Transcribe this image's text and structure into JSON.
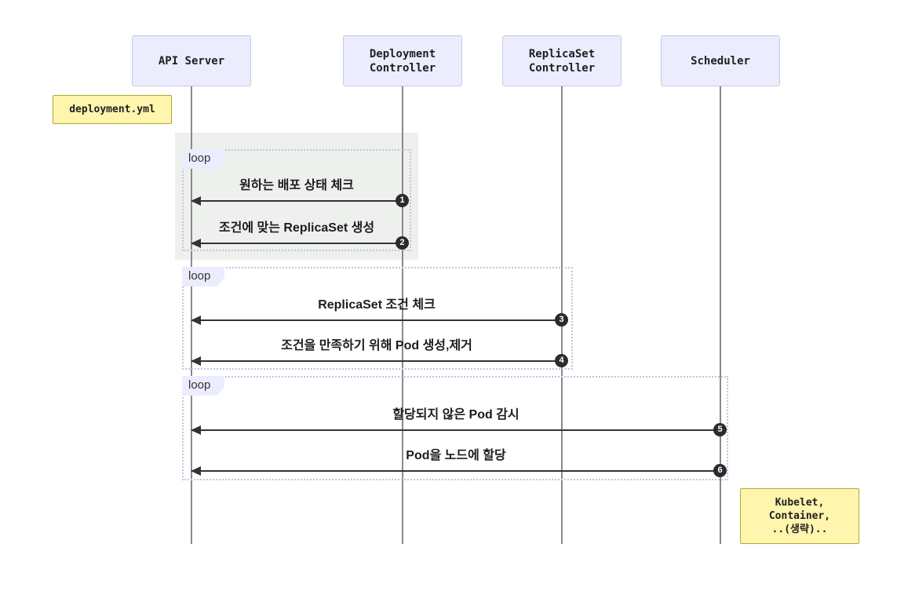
{
  "diagram": {
    "type": "sequence-diagram",
    "topic": "Kubernetes Deployment flow",
    "actors": [
      {
        "name": "API Server"
      },
      {
        "name": "Deployment\nController"
      },
      {
        "name": "ReplicaSet\nController"
      },
      {
        "name": "Scheduler"
      }
    ],
    "notes": {
      "left": "deployment.yml",
      "bottom_right": "Kubelet,\nContainer,\n..(생략).."
    },
    "loops": [
      {
        "label": "loop"
      },
      {
        "label": "loop"
      },
      {
        "label": "loop"
      }
    ],
    "messages": [
      {
        "seq": "1",
        "label": "원하는 배포 상태 체크",
        "from": "Deployment Controller",
        "to": "API Server"
      },
      {
        "seq": "2",
        "label": "조건에 맞는 ReplicaSet 생성",
        "from": "Deployment Controller",
        "to": "API Server"
      },
      {
        "seq": "3",
        "label": "ReplicaSet 조건 체크",
        "from": "ReplicaSet Controller",
        "to": "API Server"
      },
      {
        "seq": "4",
        "label": "조건을 만족하기 위해 Pod 생성,제거",
        "from": "ReplicaSet Controller",
        "to": "API Server"
      },
      {
        "seq": "5",
        "label": "할당되지 않은 Pod 감시",
        "from": "Scheduler",
        "to": "API Server"
      },
      {
        "seq": "6",
        "label": "Pod을 노드에 할당",
        "from": "Scheduler",
        "to": "API Server"
      }
    ],
    "colors": {
      "actor_fill": "#ECECFF",
      "actor_border": "#c8c8e6",
      "note_fill": "#fff5ad",
      "note_border": "#aaaa33",
      "loop_border": "#c3c3e4",
      "highlight_rect": "#eef0ee",
      "lifeline": "#8a8a8a",
      "arrow": "#333333",
      "seq_badge": "#2b2b2b"
    }
  }
}
